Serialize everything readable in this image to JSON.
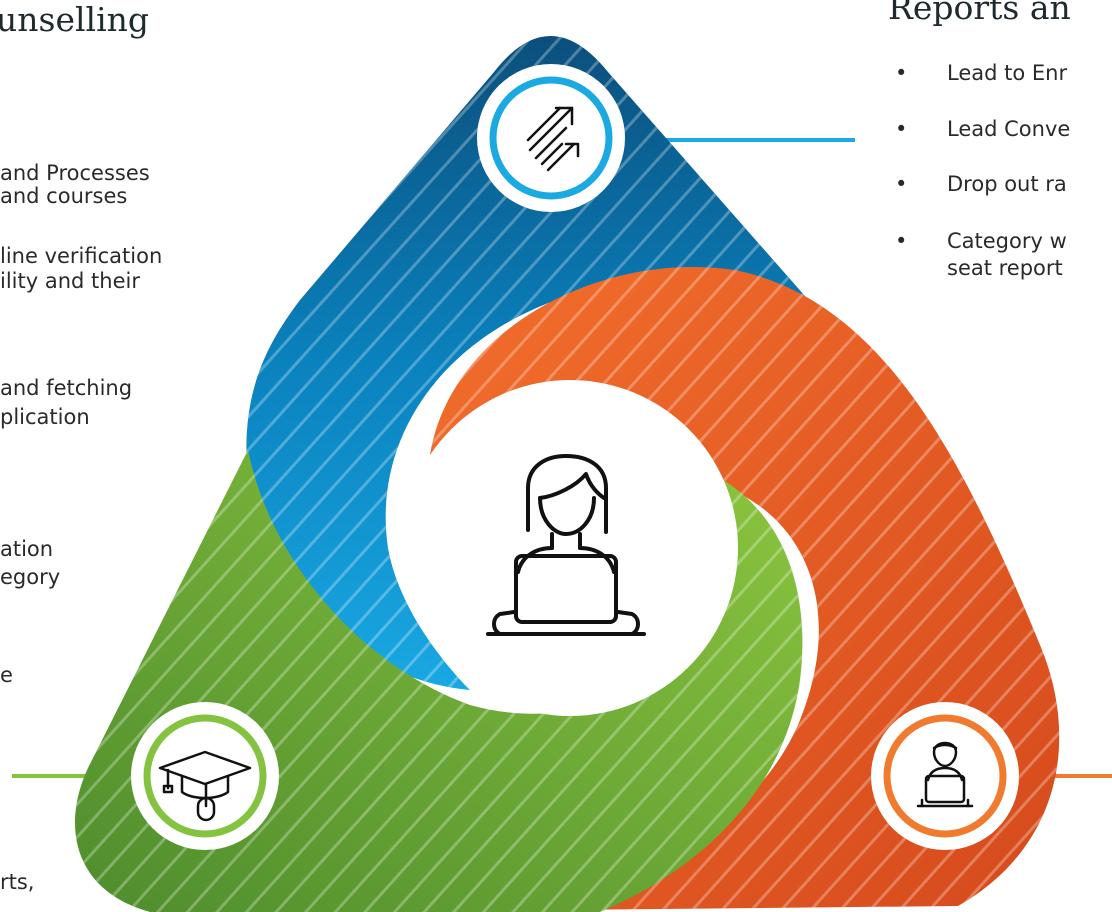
{
  "left_panel": {
    "title": "unselling",
    "lines": [
      "and Processes",
      "and courses",
      "line verification",
      "ility and their",
      "and fetching",
      "plication",
      "ation",
      "egory",
      "e",
      "rts,"
    ]
  },
  "right_panel": {
    "title": "Reports an",
    "bullet_glyph": "•",
    "bullets": [
      {
        "lines": [
          "Lead to Enr"
        ]
      },
      {
        "lines": [
          "Lead Conve"
        ]
      },
      {
        "lines": [
          "Drop out ra"
        ]
      },
      {
        "lines": [
          "Category w",
          "seat report"
        ]
      }
    ]
  },
  "colors": {
    "blue": "#0a8ccb",
    "blue_light": "#17a6e0",
    "blue_dark": "#0b4d78",
    "orange": "#ef6a2a",
    "orange_dark": "#d84d1d",
    "green": "#7cbc3c",
    "green_dark": "#4f8e2e",
    "line_blue": "#1aa9e1",
    "line_green": "#83c340",
    "line_orange": "#f07a2e"
  },
  "icons": {
    "top": "growth-arrows-icon",
    "center": "woman-laptop-icon",
    "bottom_left": "graduation-cap-mouse-icon",
    "bottom_right": "man-laptop-icon"
  }
}
